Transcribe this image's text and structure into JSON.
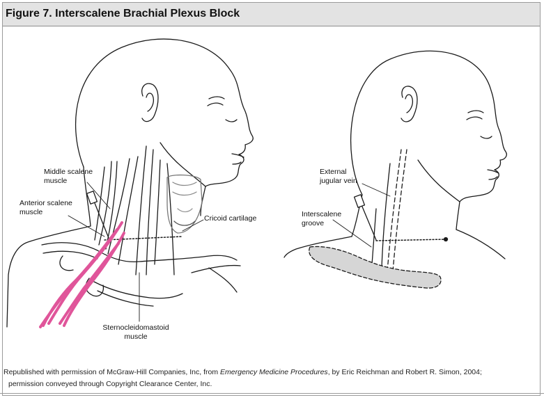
{
  "figure": {
    "title": "Figure 7. Interscalene Brachial Plexus Block"
  },
  "labels": {
    "middle_scalene": [
      "Middle scalene",
      "muscle"
    ],
    "anterior_scalene": [
      "Anterior scalene",
      "muscle"
    ],
    "cricoid": "Cricoid cartilage",
    "sternocleidomastoid": [
      "Sternocleidomastoid",
      "muscle"
    ],
    "external_jugular": [
      "External",
      "jugular vein"
    ],
    "interscalene_groove": [
      "Interscalene",
      "groove"
    ]
  },
  "credit": {
    "line1_prefix": "Republished with permission of McGraw-Hill Companies, Inc, from ",
    "line1_title": "Emergency Medicine Procedures",
    "line1_suffix": ", by Eric Reichman and Robert R. Simon, 2004;",
    "line2": "permission conveyed through Copyright Clearance Center, Inc."
  },
  "colors": {
    "title_bar": "#e3e3e3",
    "nerve": "#e0559a",
    "shaded_area": "#d6d6d6"
  }
}
